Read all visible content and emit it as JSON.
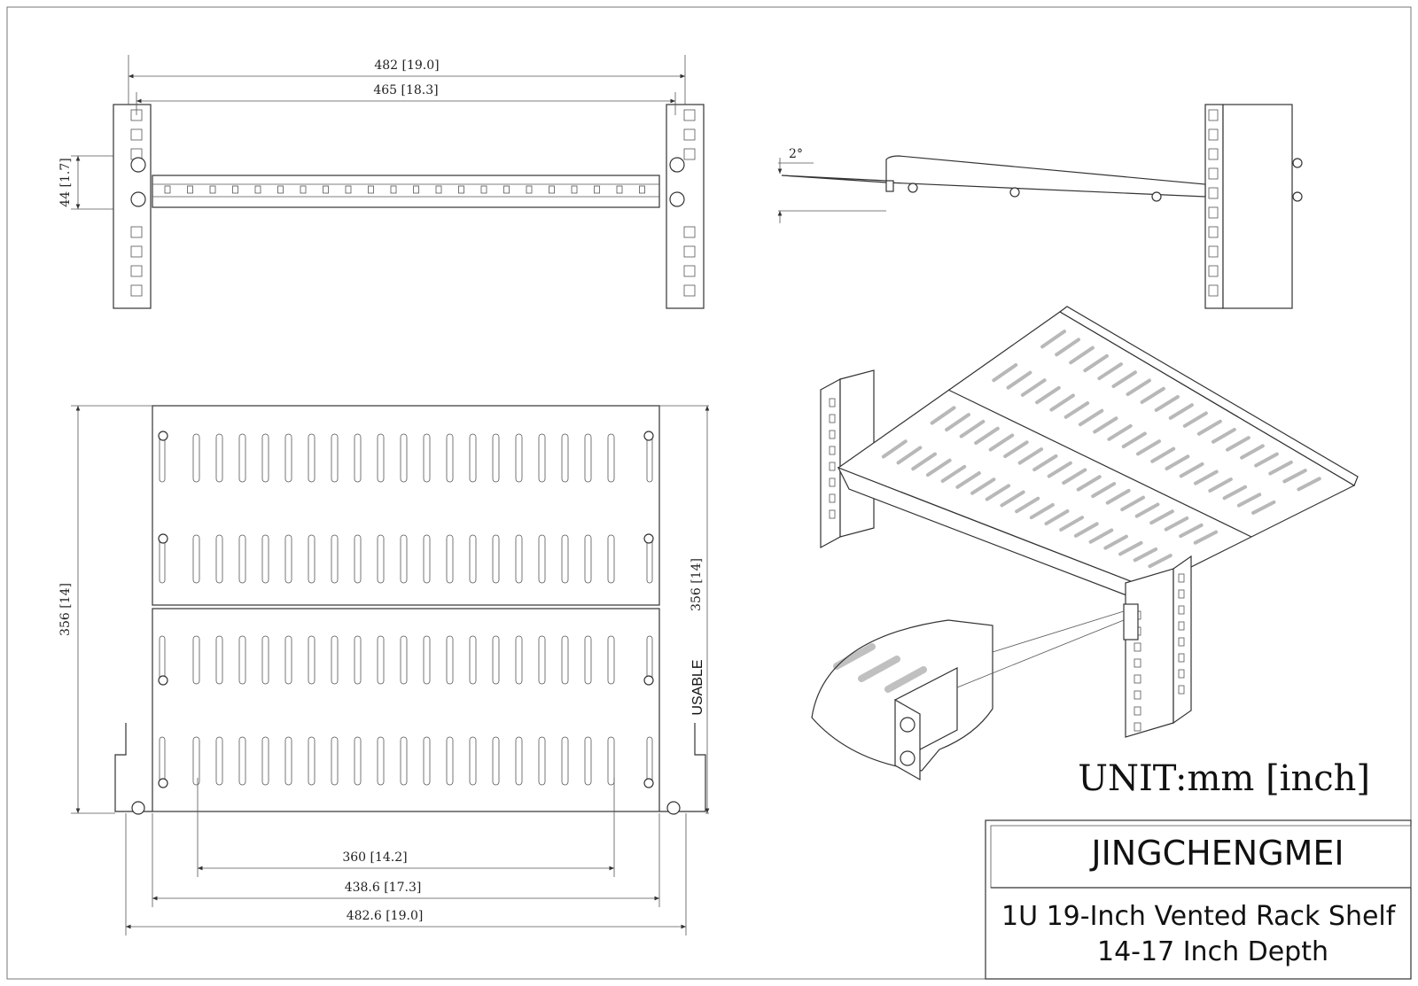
{
  "front_view": {
    "width_outer": "482 [19.0]",
    "width_inner": "465 [18.3]",
    "height": "44 [1.7]"
  },
  "side_view": {
    "angle": "2°"
  },
  "top_view": {
    "depth_left": "356 [14]",
    "depth_right": "356 [14]",
    "usable_label": "USABLE",
    "slot_span": "360 [14.2]",
    "tray_width": "438.6 [17.3]",
    "overall_width": "482.6 [19.0]"
  },
  "unit_label": "UNIT:mm [inch]",
  "title_block": {
    "brand": "JINGCHENGMEI",
    "product_line1": "1U 19-Inch Vented Rack Shelf",
    "product_line2": "14-17 Inch Depth"
  }
}
